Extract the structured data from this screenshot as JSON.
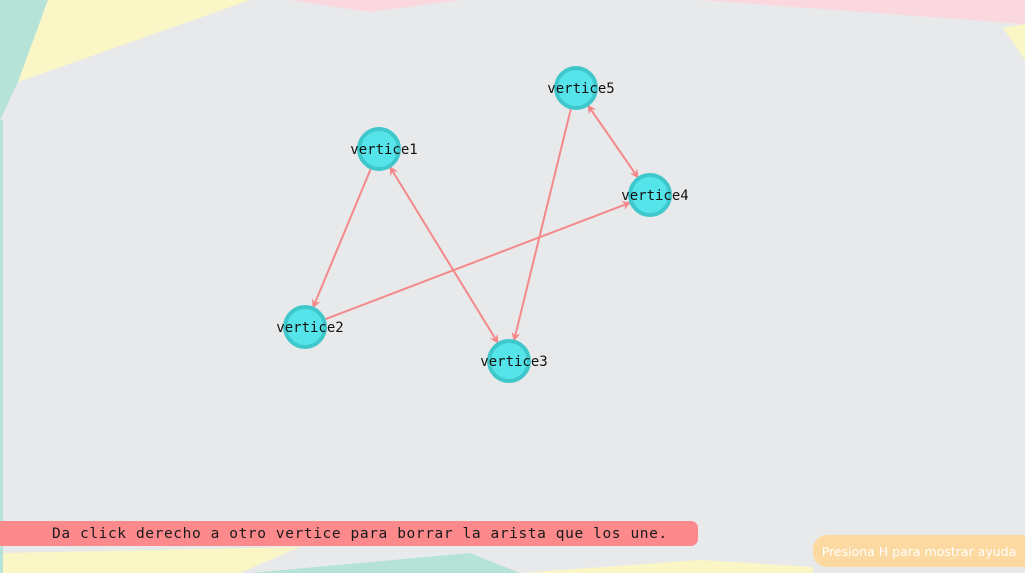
{
  "graph": {
    "nodes": [
      {
        "id": "vertice1",
        "label": "vertice1"
      },
      {
        "id": "vertice2",
        "label": "vertice2"
      },
      {
        "id": "vertice3",
        "label": "vertice3"
      },
      {
        "id": "vertice4",
        "label": "vertice4"
      },
      {
        "id": "vertice5",
        "label": "vertice5"
      }
    ],
    "edges": [
      {
        "from": "vertice1",
        "to": "vertice2",
        "bidirectional": false
      },
      {
        "from": "vertice1",
        "to": "vertice3",
        "bidirectional": true
      },
      {
        "from": "vertice2",
        "to": "vertice4",
        "bidirectional": false
      },
      {
        "from": "vertice5",
        "to": "vertice3",
        "bidirectional": false
      },
      {
        "from": "vertice5",
        "to": "vertice4",
        "bidirectional": true
      }
    ]
  },
  "colors": {
    "node_fill": "#55e4ea",
    "node_stroke": "#3fc8cc",
    "edge": "#f4898b",
    "status_bar": "#fc8a8c",
    "help_hint": "#fcd9a0",
    "background": "#e8e9ea"
  },
  "status_bar": {
    "text": "Da click derecho a otro vertice para borrar la arista que los une."
  },
  "help_hint": {
    "text": "Presiona H para mostrar ayuda"
  }
}
